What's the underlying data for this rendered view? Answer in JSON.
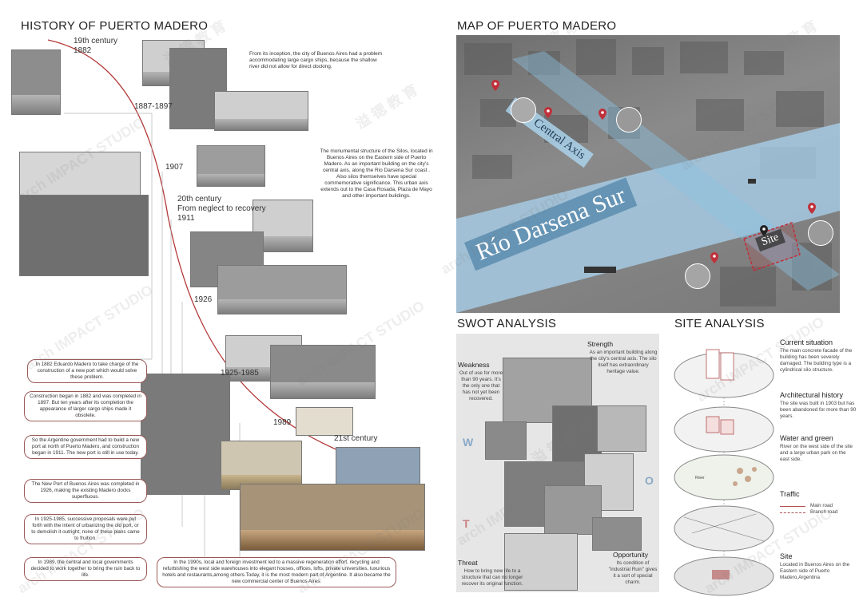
{
  "left_panel": {
    "title": "HISTORY OF PUERTO MADERO",
    "years": [
      {
        "label": "19th century",
        "sub": "1882"
      },
      {
        "label": "1887-1897",
        "sub": ""
      },
      {
        "label": "1907",
        "sub": ""
      },
      {
        "label": "20th century",
        "sub": "From neglect to recovery"
      },
      {
        "label": "1911",
        "sub": ""
      },
      {
        "label": "1926",
        "sub": ""
      },
      {
        "label": "1925-1985",
        "sub": ""
      },
      {
        "label": "1989",
        "sub": ""
      },
      {
        "label": "21st century",
        "sub": ""
      }
    ],
    "intro_text": "From its inception, the city of Buenos Aires had a problem accommodating large cargo ships, because the shallow river did not allow for direct docking.",
    "silos_text": "The monumental structure of the Silos, located in Buenos Aires on the Eastern side of Puerto Madero. As an important building on the city's central axis, along the Rio Darsena Sur coast . Also silos themselves have special commemorative significance. This urban axis extends out to the Casa Rosada, Plaza de Mayo and other important buildings.",
    "notes": [
      "In 1882 Eduardo Madero to take charge of the construction of a new port which would solve these problem.",
      "Construction began in 1882 and was completed in 1897. But ten years after its completion the appearance of larger cargo ships made it obsolete.",
      "So the Argentine government had to build a new port at north of Puerto Madero, and construction began in 1911.  The new port is still in use today.",
      "The New Port of Buenos Aires was completed in 1926, making the existing Madero docks superfluous.",
      "In 1925-1985, successive proposals were put forth with the intent of urbanizing the old port, or to demolish it outright; none of these plans came to fruition.",
      "In 1989, the central and local governments decided to work together to bring the ruin back to life."
    ],
    "bottom_note": "In the 1990s, local and foreign investment led to a massive regeneration effort, recycling and refurbishing the west side warehouses into elegant houses, offices, lofts, private universities, luxurious hotels and restaurants,among others.Today, it is the most modern part of Argentine. It also became the new commercial center of Buenos Aires."
  },
  "map_panel": {
    "title": "MAP OF PUERTO MADERO",
    "axis_label": "City Central Axis",
    "river_label": "Río Darsena Sur",
    "site_label": "Site"
  },
  "swot": {
    "title": "SWOT ANALYSIS",
    "letters": {
      "w": "W",
      "o": "O",
      "t": "T"
    },
    "strength_label": "Strength",
    "strength_text": "As an important building along the city's central axis. The silo itself has extraordinary heritage value.",
    "weakness_label": "Weakness",
    "weakness_text": "Out of use for more than 90 years. It's the only one that has not yet been recovered.",
    "threat_label": "Threat",
    "threat_text": "How to bring new life to a structure that can no longer recover its original function.",
    "opportunity_label": "Opportunity",
    "opportunity_text": "Its condition of \"industrial Ruin\" gives it a sort of special charm."
  },
  "site": {
    "title": "SITE ANALYSIS",
    "items": [
      {
        "heading": "Current situation",
        "text": "The main concrete facade of the building has been severely damaged. The building type is a cylindrical silo structure."
      },
      {
        "heading": "Architectural history",
        "text": "The site was built in 1903 but has been abandoned for more than 90 years."
      },
      {
        "heading": "Water and green",
        "text": "River on the west side of the site and a large urban park on the east side."
      },
      {
        "heading": "Traffic",
        "text": ""
      },
      {
        "heading": "Site",
        "text": "Located in Buenos Aires on the Eastern side of Puerto Madero,Argentina"
      }
    ],
    "legend": {
      "main": "Main road",
      "branch": "Branch road"
    },
    "river_tag": "River"
  },
  "watermark": {
    "text1": "arch IMPACT STUDIO",
    "text2": "溢 锶 教 育"
  },
  "colors": {
    "curve": "#b33a3a",
    "note_border": "#9b5a5a",
    "axis_band": "#8cc0e0",
    "river": "#a9d3ef",
    "pin": "#c0303a"
  }
}
